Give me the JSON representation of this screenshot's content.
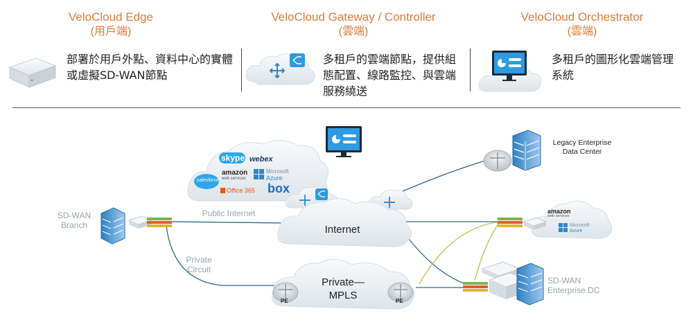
{
  "header": {
    "edge": {
      "title": "VeloCloud Edge",
      "subtitle": "(用戶端)",
      "description": "部署於用戶外點、資料中心的實體或虛擬SD-WAN節點"
    },
    "gateway": {
      "title": "VeloCloud Gateway / Controller",
      "subtitle": "(雲端)",
      "description": "多租戶的雲端節點，提供組態配置、線路監控、與雲端服務繞送"
    },
    "orchestrator": {
      "title": "VeloCloud Orchestrator",
      "subtitle": "(雲端)",
      "description": "多租戶的圖形化雲端管理系統"
    }
  },
  "diagram": {
    "branch_label": "SD-WAN Branch",
    "public_internet_label": "Public Internet",
    "private_circuit_label": "Private Circuit",
    "internet_label": "Internet",
    "mpls_label": "Private— MPLS",
    "pe_label": "PE",
    "legacy_dc_label": "Legacy Enterprise Data Center",
    "enterprise_dc_label": "SD-WAN Enterprise DC",
    "saas_logos": {
      "skype": "skype",
      "webex": "webex",
      "salesforce": "salesforce",
      "amazon": "amazon",
      "amazon_sub": "web services",
      "microsoft": "Microsoft",
      "azure": "Azure",
      "office": "Office 365",
      "box": "box"
    },
    "colors": {
      "accent_orange": "#e07b39",
      "line_blue": "#2b6c8a",
      "line_green": "#b4c84a",
      "cloud_fill": "#eef2f6",
      "label_grey": "#9aa3ab"
    }
  }
}
